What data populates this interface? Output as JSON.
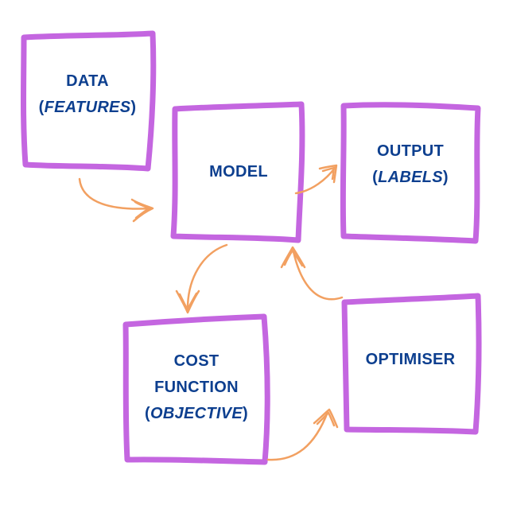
{
  "colors": {
    "box_stroke": "#c466e0",
    "arrow": "#f2a061",
    "text": "#0d3f8f",
    "background": "#ffffff"
  },
  "nodes": {
    "data": {
      "line1": "DATA",
      "line2_open": "(",
      "line2_italic": "FEATURES",
      "line2_close": ")"
    },
    "model": {
      "line1": "MODEL"
    },
    "output": {
      "line1": "OUTPUT",
      "line2_open": "(",
      "line2_italic": "LABELS",
      "line2_close": ")"
    },
    "cost": {
      "line1": "COST",
      "line2": "FUNCTION",
      "line3_open": "(",
      "line3_italic": "OBJECTIVE",
      "line3_close": ")"
    },
    "optimiser": {
      "line1": "OPTIMISER"
    }
  },
  "edges": [
    {
      "from": "data",
      "to": "model"
    },
    {
      "from": "model",
      "to": "output"
    },
    {
      "from": "model",
      "to": "cost"
    },
    {
      "from": "cost",
      "to": "optimiser"
    },
    {
      "from": "optimiser",
      "to": "model"
    }
  ]
}
